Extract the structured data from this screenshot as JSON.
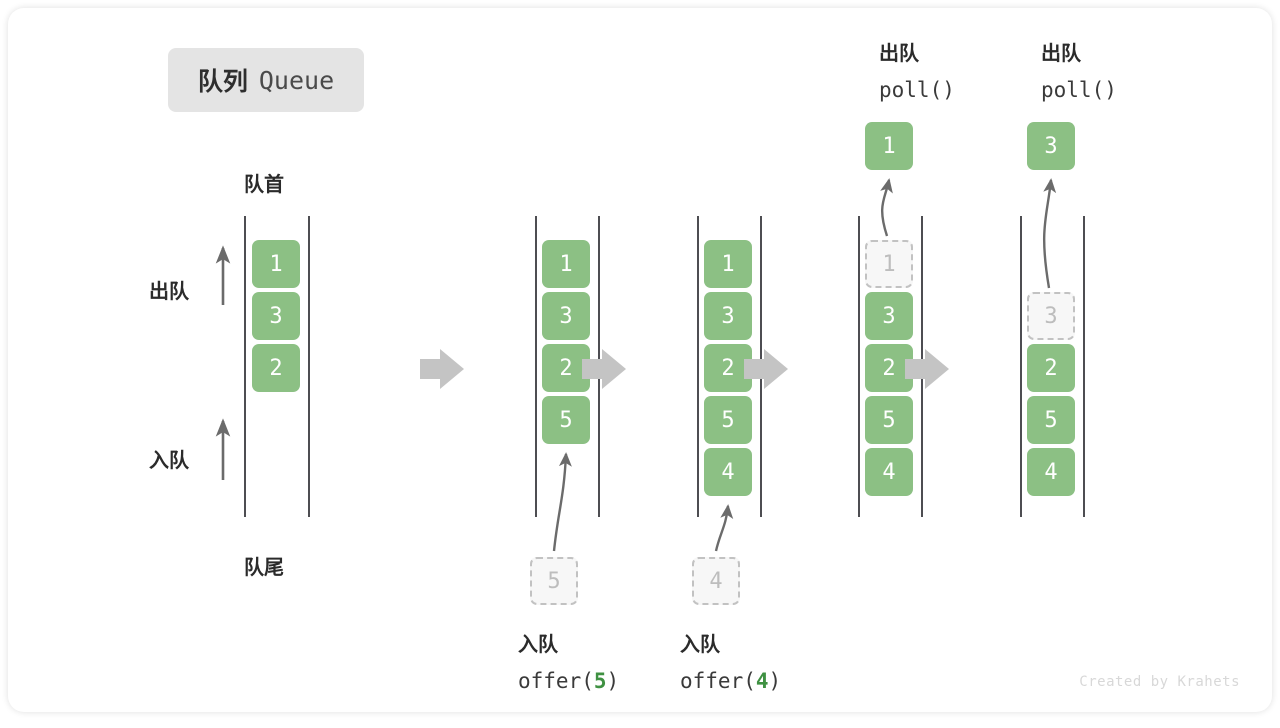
{
  "title": {
    "cn": "队列",
    "en": "Queue"
  },
  "labels": {
    "front": "队首",
    "rear": "队尾",
    "dequeue": "出队",
    "enqueue": "入队"
  },
  "footer": "Created by Krahets",
  "colors": {
    "cell_fill": "#8cc084",
    "cell_text": "#ffffff",
    "ghost_fill": "#f7f7f7",
    "ghost_border": "#c2c2c2",
    "ghost_text": "#bdbdbd",
    "rail": "#4d4d52",
    "arrow": "#6b6b6b",
    "step_arrow": "#c4c4c4",
    "highlight": "#3f9142",
    "chip_bg": "#e4e4e4"
  },
  "stages": [
    {
      "name": "initial",
      "caption_cn": "",
      "caption_code": "",
      "cells": [
        {
          "value": "1",
          "state": "filled",
          "slot": 0
        },
        {
          "value": "3",
          "state": "filled",
          "slot": 1
        },
        {
          "value": "2",
          "state": "filled",
          "slot": 2
        }
      ],
      "incoming": null,
      "outgoing": null
    },
    {
      "name": "offer-5",
      "caption_cn": "入队",
      "caption_code": "offer(5)",
      "caption_arg": "5",
      "cells": [
        {
          "value": "1",
          "state": "filled",
          "slot": 0
        },
        {
          "value": "3",
          "state": "filled",
          "slot": 1
        },
        {
          "value": "2",
          "state": "filled",
          "slot": 2
        },
        {
          "value": "5",
          "state": "filled",
          "slot": 3
        }
      ],
      "incoming": {
        "value": "5"
      },
      "outgoing": null
    },
    {
      "name": "offer-4",
      "caption_cn": "入队",
      "caption_code": "offer(4)",
      "caption_arg": "4",
      "cells": [
        {
          "value": "1",
          "state": "filled",
          "slot": 0
        },
        {
          "value": "3",
          "state": "filled",
          "slot": 1
        },
        {
          "value": "2",
          "state": "filled",
          "slot": 2
        },
        {
          "value": "5",
          "state": "filled",
          "slot": 3
        },
        {
          "value": "4",
          "state": "filled",
          "slot": 4
        }
      ],
      "incoming": {
        "value": "4"
      },
      "outgoing": null
    },
    {
      "name": "poll-1",
      "caption_cn": "出队",
      "caption_code": "poll()",
      "cells": [
        {
          "value": "1",
          "state": "ghost",
          "slot": 0
        },
        {
          "value": "3",
          "state": "filled",
          "slot": 1
        },
        {
          "value": "2",
          "state": "filled",
          "slot": 2
        },
        {
          "value": "5",
          "state": "filled",
          "slot": 3
        },
        {
          "value": "4",
          "state": "filled",
          "slot": 4
        }
      ],
      "incoming": null,
      "outgoing": {
        "value": "1"
      }
    },
    {
      "name": "poll-3",
      "caption_cn": "出队",
      "caption_code": "poll()",
      "cells": [
        {
          "value": "3",
          "state": "ghost",
          "slot": 1
        },
        {
          "value": "2",
          "state": "filled",
          "slot": 2
        },
        {
          "value": "5",
          "state": "filled",
          "slot": 3
        },
        {
          "value": "4",
          "state": "filled",
          "slot": 4
        }
      ],
      "incoming": null,
      "outgoing": {
        "value": "3"
      }
    }
  ],
  "step_arrows": [
    {
      "from": "initial",
      "to": "offer-5"
    },
    {
      "from": "offer-5",
      "to": "offer-4"
    },
    {
      "from": "offer-4",
      "to": "poll-1"
    },
    {
      "from": "poll-1",
      "to": "poll-3"
    }
  ]
}
